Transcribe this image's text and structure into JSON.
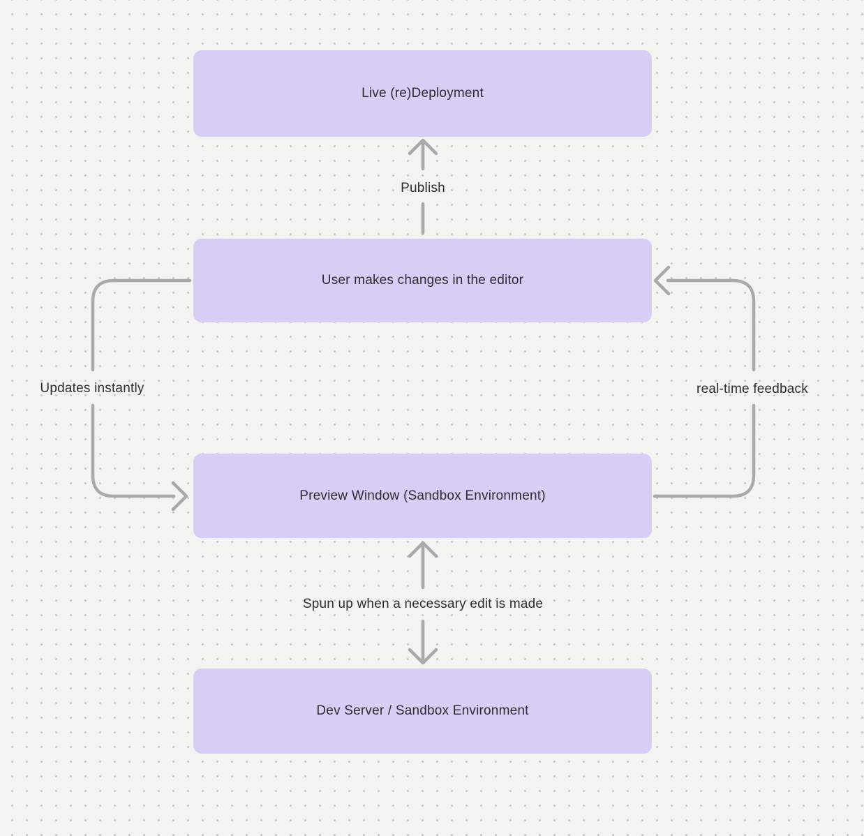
{
  "canvas": {
    "bg_color": "#f3f3f2",
    "dot_color": "#c2c2c2",
    "node_fill": "#d8cdf4",
    "arrow_color": "#a9a9a9",
    "text_color": "#2c2c31"
  },
  "nodes": [
    {
      "id": "live-redeployment",
      "label": "Live (re)Deployment"
    },
    {
      "id": "user-editor",
      "label": "User makes changes in the editor"
    },
    {
      "id": "preview-window",
      "label": "Preview Window (Sandbox Environment)"
    },
    {
      "id": "dev-server",
      "label": "Dev Server / Sandbox Environment"
    }
  ],
  "edges": [
    {
      "id": "publish",
      "label": "Publish",
      "from": "user-editor",
      "to": "live-redeployment"
    },
    {
      "id": "updates-instantly",
      "label": "Updates instantly",
      "from": "user-editor",
      "to": "preview-window"
    },
    {
      "id": "real-time-feedback",
      "label": "real-time feedback",
      "from": "preview-window",
      "to": "user-editor"
    },
    {
      "id": "spun-up",
      "label": "Spun up when a necessary edit is made",
      "from": "preview-window",
      "to": "dev-server",
      "bidirectional": true
    }
  ]
}
